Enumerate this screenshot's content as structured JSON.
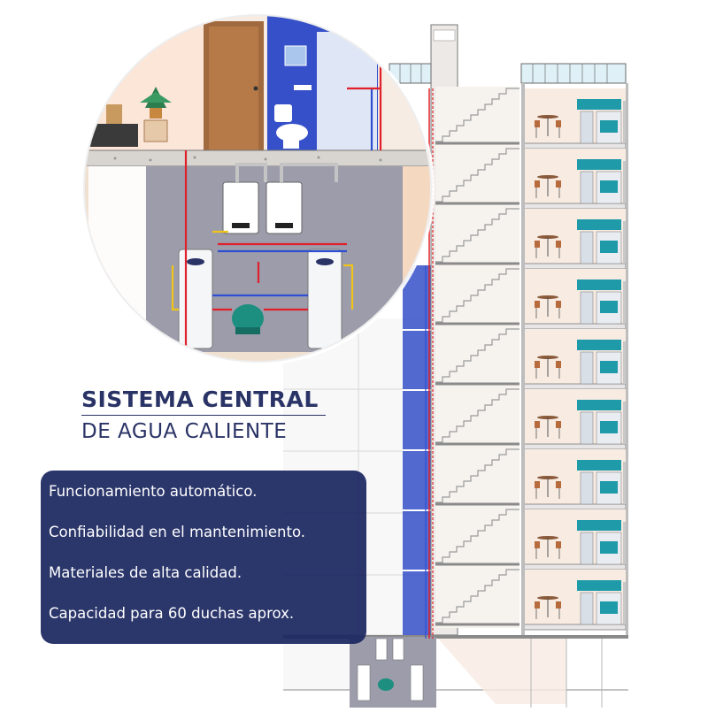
{
  "title": {
    "line1": "SISTEMA CENTRAL",
    "line2": "DE AGUA CALIENTE"
  },
  "features": [
    "Funcionamiento automático.",
    "Confiabilidad en el mantenimiento.",
    "Materiales de alta calidad.",
    "Capacidad para 60 duchas aprox."
  ],
  "colors": {
    "brand_navy": "#2a3366",
    "panel_navy": "#1b2760",
    "hot_pipe": "#e0202a",
    "cold_pipe": "#2f4fd0",
    "gas_pipe": "#f0c419",
    "pump_teal": "#1d8f80",
    "kitchen_teal": "#1e9aa8",
    "bathroom_blue": "#3550c8",
    "machine_room_gray": "#9c9cab"
  },
  "icons": [
    "building-section-illustration",
    "tankless-heater-icon",
    "storage-water-heater-icon",
    "expansion-tank-icon",
    "stairs-icon",
    "kitchen-icon",
    "dining-table-icon",
    "plant-icon",
    "toilet-icon",
    "door-icon"
  ]
}
